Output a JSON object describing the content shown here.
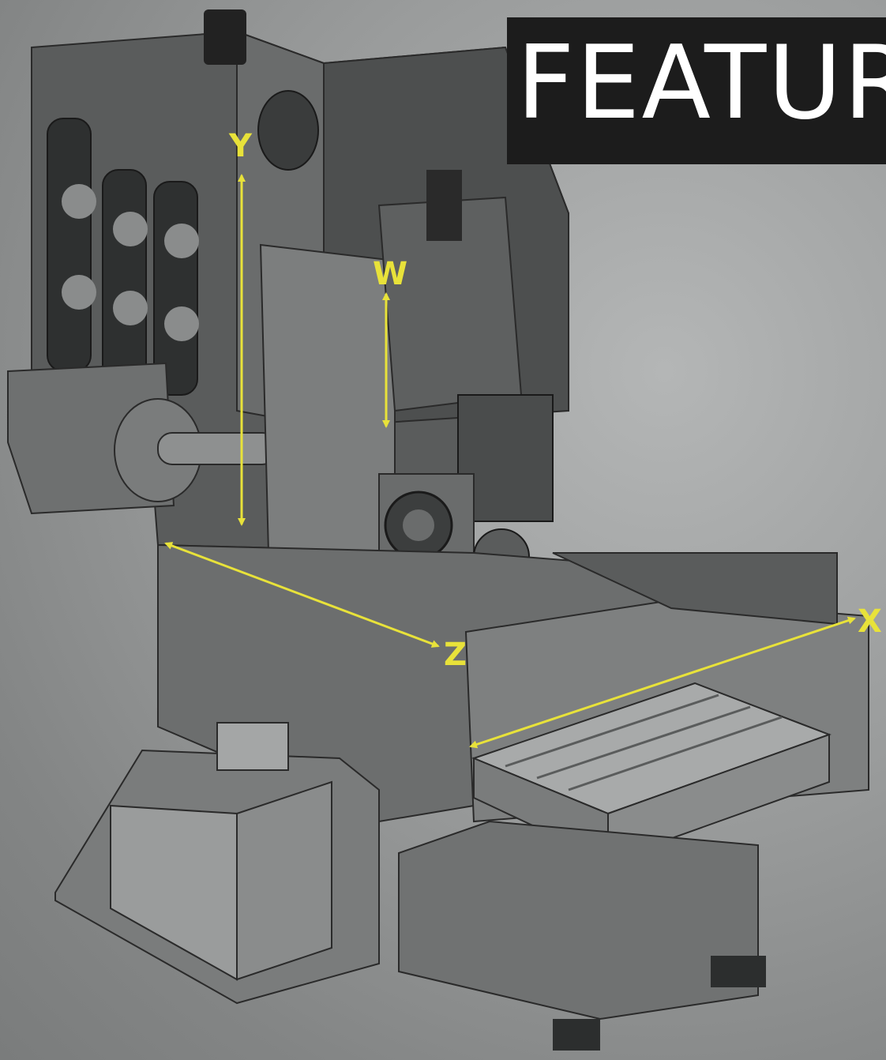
{
  "header": {
    "title": "FEATUR"
  },
  "axes": {
    "y": "Y",
    "w": "W",
    "z": "Z",
    "x": "X"
  },
  "colors": {
    "axis": "#e8e23a",
    "title_bg": "#1c1c1c",
    "title_text": "#ffffff"
  }
}
